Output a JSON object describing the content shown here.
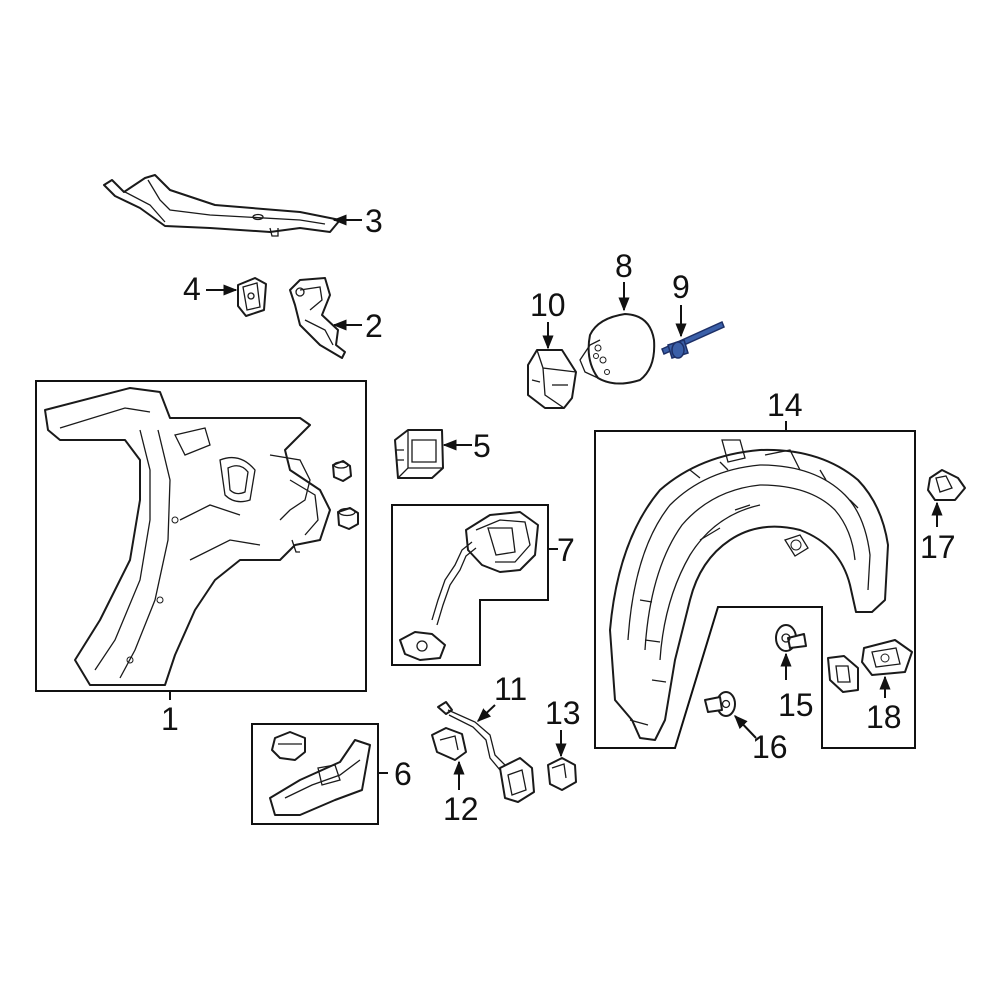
{
  "diagram": {
    "callouts": {
      "p1": "1",
      "p2": "2",
      "p3": "3",
      "p4": "4",
      "p5": "5",
      "p6": "6",
      "p7": "7",
      "p8": "8",
      "p9": "9",
      "p10": "10",
      "p11": "11",
      "p12": "12",
      "p13": "13",
      "p14": "14",
      "p15": "15",
      "p16": "16",
      "p17": "17",
      "p18": "18"
    },
    "highlight_color": "#3a5fa8",
    "highlighted_part": "9"
  }
}
